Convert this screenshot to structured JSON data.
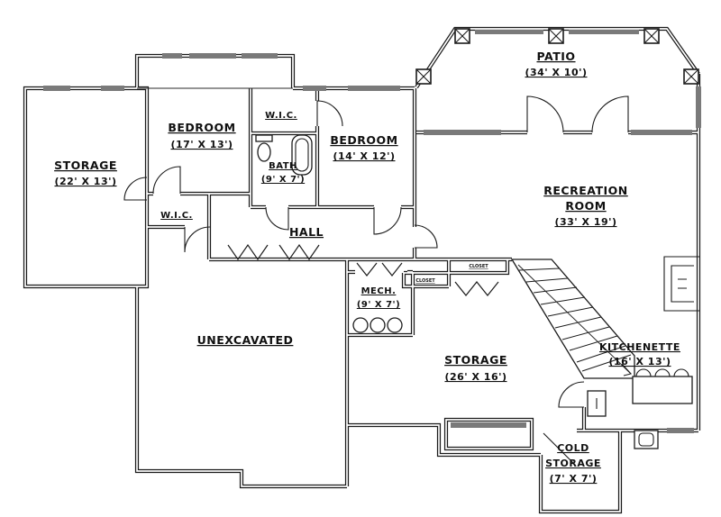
{
  "drawing": {
    "kind": "basement-floor-plan",
    "colors": {
      "wall": "#1b1b1b",
      "window": "#7a7a7a",
      "background": "#ffffff"
    },
    "rooms": {
      "storage_left": {
        "name": "STORAGE",
        "dims": "(22' X 13')"
      },
      "bedroom_1": {
        "name": "BEDROOM",
        "dims": "(17' X 13')"
      },
      "wic_top": {
        "name": "W.I.C."
      },
      "bath": {
        "name": "BATH",
        "dims": "(9' X 7')"
      },
      "bedroom_2": {
        "name": "BEDROOM",
        "dims": "(14' X 12')"
      },
      "wic_bottom": {
        "name": "W.I.C."
      },
      "hall": {
        "name": "HALL"
      },
      "patio": {
        "name": "PATIO",
        "dims": "(34' X 10')"
      },
      "recreation_room": {
        "line1": "RECREATION",
        "line2": "ROOM",
        "dims": "(33' X 19')"
      },
      "mech": {
        "name": "MECH.",
        "dims": "(9' X 7')"
      },
      "storage_center": {
        "name": "STORAGE",
        "dims": "(26' X 16')"
      },
      "kitchenette": {
        "name": "KITCHENETTE",
        "dims": "(16' X 13')"
      },
      "cold_storage": {
        "line1": "COLD",
        "line2": "STORAGE",
        "dims": "(7' X 7')"
      },
      "unexcavated": {
        "name": "UNEXCAVATED"
      },
      "closet_upper": {
        "name": "CLOSET"
      },
      "closet_lower": {
        "name": "CLOSET"
      }
    }
  }
}
